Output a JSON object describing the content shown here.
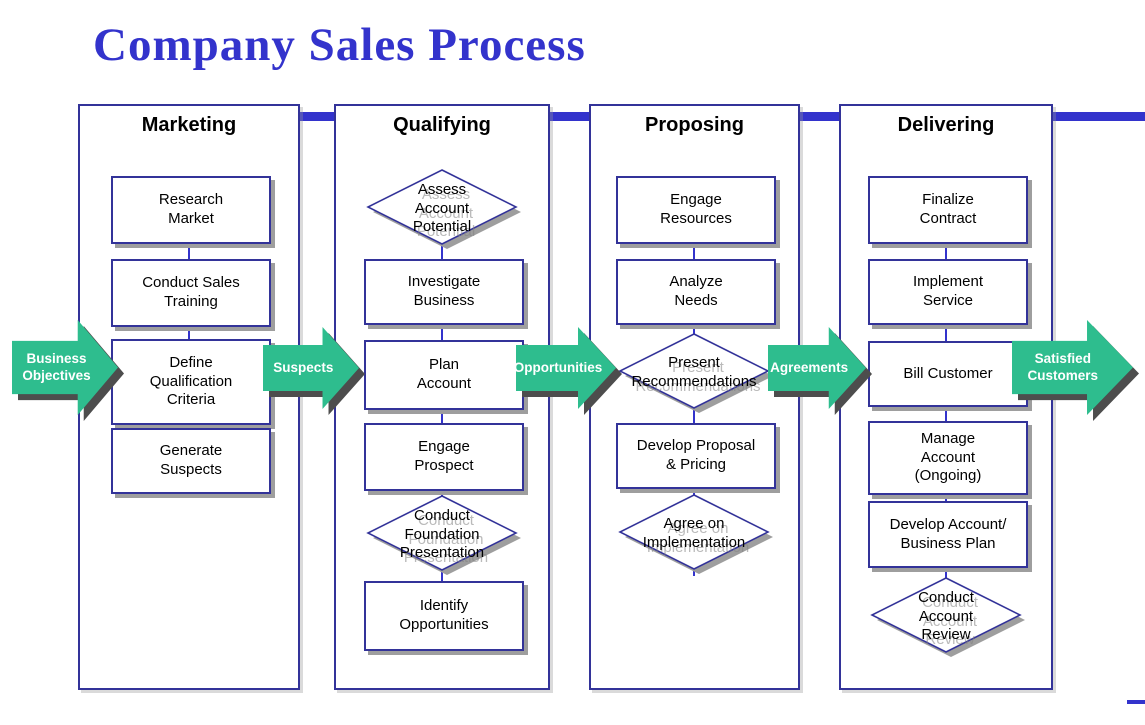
{
  "title": "Company Sales Process",
  "colors": {
    "accent_blue": "#3333CC",
    "shape_border_navy": "#333399",
    "arrow_green": "#2EBD8E",
    "arrow_shadow_gray": "#4D4D4D",
    "box_shadow_gray": "#9E9E9E"
  },
  "flow_arrows": [
    {
      "label": "Business\nObjectives"
    },
    {
      "label": "Suspects"
    },
    {
      "label": "Opportunities"
    },
    {
      "label": "Agreements"
    },
    {
      "label": "Satisfied\nCustomers"
    }
  ],
  "columns": [
    {
      "header": "Marketing",
      "nodes": [
        {
          "shape": "rect",
          "label": "Research\nMarket"
        },
        {
          "shape": "rect",
          "label": "Conduct Sales\nTraining"
        },
        {
          "shape": "rect",
          "label": "Define\nQualification\nCriteria"
        },
        {
          "shape": "rect",
          "label": "Generate\nSuspects"
        }
      ]
    },
    {
      "header": "Qualifying",
      "nodes": [
        {
          "shape": "diamond",
          "label": "Assess\nAccount\nPotential"
        },
        {
          "shape": "rect",
          "label": "Investigate\nBusiness"
        },
        {
          "shape": "rect",
          "label": "Plan\nAccount"
        },
        {
          "shape": "rect",
          "label": "Engage\nProspect"
        },
        {
          "shape": "diamond",
          "label": "Conduct\nFoundation\nPresentation"
        },
        {
          "shape": "rect",
          "label": "Identify\nOpportunities"
        }
      ]
    },
    {
      "header": "Proposing",
      "nodes": [
        {
          "shape": "rect",
          "label": "Engage\nResources"
        },
        {
          "shape": "rect",
          "label": "Analyze\nNeeds"
        },
        {
          "shape": "diamond",
          "label": "Present\nRecommendations"
        },
        {
          "shape": "rect",
          "label": "Develop Proposal\n& Pricing"
        },
        {
          "shape": "diamond",
          "label": "Agree on\nImplementation"
        }
      ]
    },
    {
      "header": "Delivering",
      "nodes": [
        {
          "shape": "rect",
          "label": "Finalize\nContract"
        },
        {
          "shape": "rect",
          "label": "Implement\nService"
        },
        {
          "shape": "rect",
          "label": "Bill Customer"
        },
        {
          "shape": "rect",
          "label": "Manage\nAccount\n(Ongoing)"
        },
        {
          "shape": "rect",
          "label": "Develop Account/\nBusiness Plan"
        },
        {
          "shape": "diamond",
          "label": "Conduct\nAccount\nReview"
        }
      ]
    }
  ]
}
